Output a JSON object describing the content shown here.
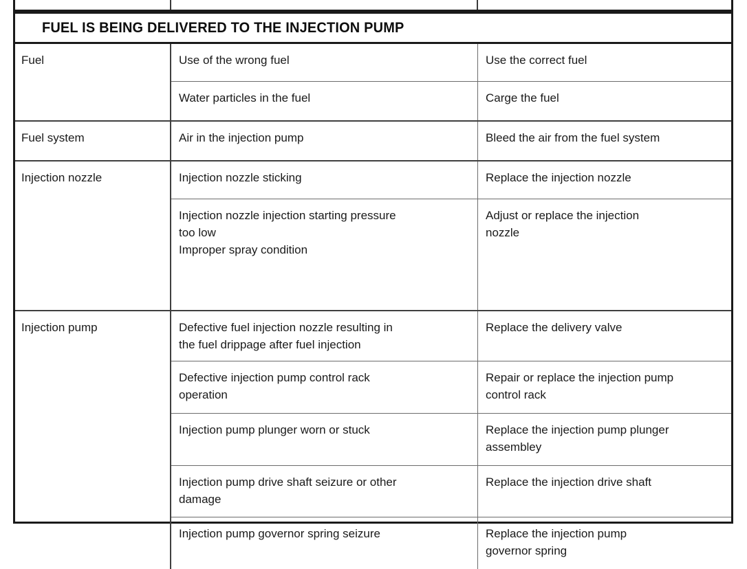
{
  "document": {
    "title": "FUEL IS BEING DELIVERED TO THE INJECTION PUMP"
  },
  "table": {
    "groups": [
      {
        "component": "Fuel",
        "rows": [
          {
            "cause": "Use of the wrong fuel",
            "remedy": "Use the correct fuel"
          },
          {
            "cause": "Water particles in the fuel",
            "remedy": "Carge the fuel"
          }
        ]
      },
      {
        "component": "Fuel system",
        "rows": [
          {
            "cause": "Air in the injection pump",
            "remedy": "Bleed the air from the fuel system"
          }
        ]
      },
      {
        "component": "Injection nozzle",
        "rows": [
          {
            "cause": "Injection nozzle sticking",
            "remedy": "Replace the injection nozzle"
          },
          {
            "cause_line1": "Injection nozzle injection starting pressure",
            "cause_line2": "too low",
            "cause_line3": "Improper spray condition",
            "remedy_line1": "Adjust or replace the injection",
            "remedy_line2": "nozzle"
          }
        ]
      },
      {
        "component": "Injection pump",
        "rows": [
          {
            "cause_line1": "Defective fuel injection nozzle resulting in",
            "cause_line2": "the fuel drippage after fuel injection",
            "remedy": "Replace the delivery valve"
          },
          {
            "cause_line1": "Defective injection pump control rack",
            "cause_line2": "operation",
            "remedy_line1": "Repair or replace the injection pump",
            "remedy_line2": "control rack"
          },
          {
            "cause": "Injection pump plunger worn or stuck",
            "remedy_line1": "Replace the injection pump plunger",
            "remedy_line2": "assembley"
          },
          {
            "cause_line1": "Injection pump drive shaft seizure or other",
            "cause_line2": "damage",
            "remedy": "Replace the injection drive shaft"
          },
          {
            "cause": "Injection pump governor spring seizure",
            "remedy_line1": "Replace the injection pump",
            "remedy_line2": "governor spring"
          }
        ]
      }
    ]
  }
}
